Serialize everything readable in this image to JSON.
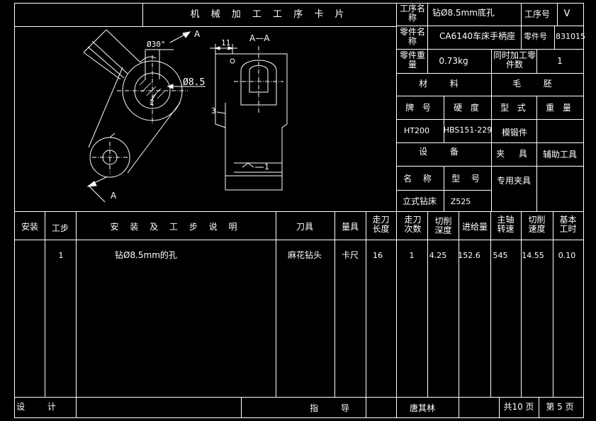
{
  "card": {
    "title": "机 械 加 工 工 序 卡 片",
    "process_name_label": "工序名称",
    "process_name": "钻Ø8.5mm底孔",
    "process_no_label": "工序号",
    "process_no": "V",
    "part_name_label": "零件名称",
    "part_name": "CA6140车床手柄座",
    "part_no_label": "零件号",
    "part_no": "831015",
    "part_weight_label": "零件重量",
    "part_weight": "0.73kg",
    "simul_label": "同时加工零件数",
    "simul_count": "1",
    "material_label": "材 料",
    "blank_label": "毛 胚",
    "grade_label": "牌 号",
    "hardness_label": "硬 度",
    "type_label": "型 式",
    "weight_label": "重 量",
    "grade": "HT200",
    "hardness": "HBS151-229",
    "blank_type": "模锻件",
    "equipment_label": "设 备",
    "fixture_label": "夹 具",
    "aux_tool_label": "辅助工具",
    "name_label": "名 称",
    "model_label": "型 号",
    "machine": "立式钻床",
    "machine_model": "Z525",
    "fixture": "专用夹具"
  },
  "drawing": {
    "section_label": "A—A",
    "arrow_a1": "A",
    "arrow_a2": "A",
    "angle_dim": "Ø30°",
    "hole_dim": "Ø8.5",
    "width_dim": "11",
    "callout_2": "2",
    "callout_3": "3",
    "callout_1": "1"
  },
  "table": {
    "headers": [
      "安装",
      "工步",
      "安 装 及 工 步 说 明",
      "刀具",
      "量具",
      "走刀长度",
      "走刀次数",
      "切削深度",
      "进给量",
      "主轴转速",
      "切削速度",
      "基本工时"
    ],
    "rows": [
      [
        "",
        "1",
        "钻Ø8.5mm的孔",
        "麻花钻头",
        "卡尺",
        "16",
        "1",
        "4.25",
        "152.6",
        "545",
        "14.55",
        "0.10"
      ]
    ]
  },
  "footer": {
    "design_label": "设 计",
    "guide_label": "指 导",
    "guide_name": "唐其林",
    "total_pages": "共10 页",
    "page_no": "第 5 页"
  }
}
